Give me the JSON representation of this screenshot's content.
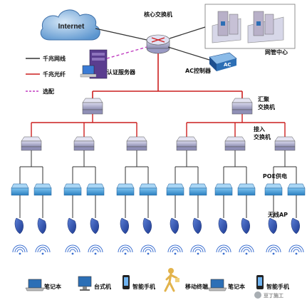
{
  "cloud": {
    "label": "Internet"
  },
  "labels": {
    "core_switch": "核心交换机",
    "nms_center": "网管中心",
    "auth_server": "认证服务器",
    "ac_controller": "AC控制器",
    "ac_box": "AC",
    "agg_switch": "汇聚\n交换机",
    "access_switch": "接入\n交换机",
    "poe": "POE供电",
    "wireless_ap": "无线AP"
  },
  "legend": {
    "items": [
      {
        "label": "千兆网线",
        "color": "#333333",
        "style": "solid"
      },
      {
        "label": "千兆光纤",
        "color": "#cc1f1f",
        "style": "solid"
      },
      {
        "label": "选配",
        "color": "#c03cc0",
        "style": "dashed"
      }
    ]
  },
  "terminals": [
    {
      "label": "笔记本",
      "icon": "laptop-icon"
    },
    {
      "label": "台式机",
      "icon": "desktop-icon"
    },
    {
      "label": "智能手机",
      "icon": "smartphone-icon"
    },
    {
      "label": "移动终端",
      "icon": "walking-person-icon"
    },
    {
      "label": "笔记本",
      "icon": "laptop-icon"
    },
    {
      "label": "智能手机",
      "icon": "smartphone-icon"
    }
  ],
  "watermark": {
    "text": "豆丁施工"
  },
  "colors": {
    "copper": "#333333",
    "fiber": "#cc1f1f",
    "optional": "#c03cc0",
    "switch": "#4aa3df",
    "cloud": "#6fa8dc"
  }
}
